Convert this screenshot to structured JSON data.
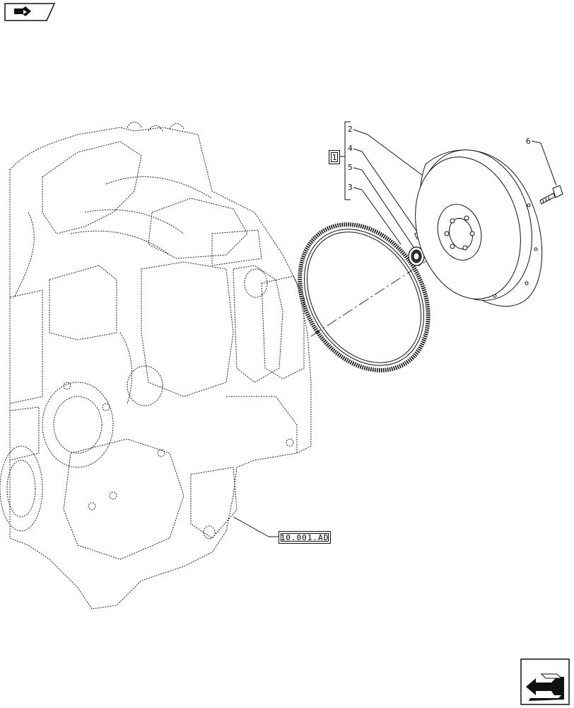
{
  "callouts": {
    "group": "1",
    "item_2": "2",
    "item_4": "4",
    "item_5": "5",
    "item_3": "3",
    "item_6": "6"
  },
  "reference": {
    "section_code": "10.001.AD"
  },
  "icons": {
    "top_nav": "previous-section-arrow-icon",
    "bottom_nav": "next-section-arrow-icon"
  }
}
